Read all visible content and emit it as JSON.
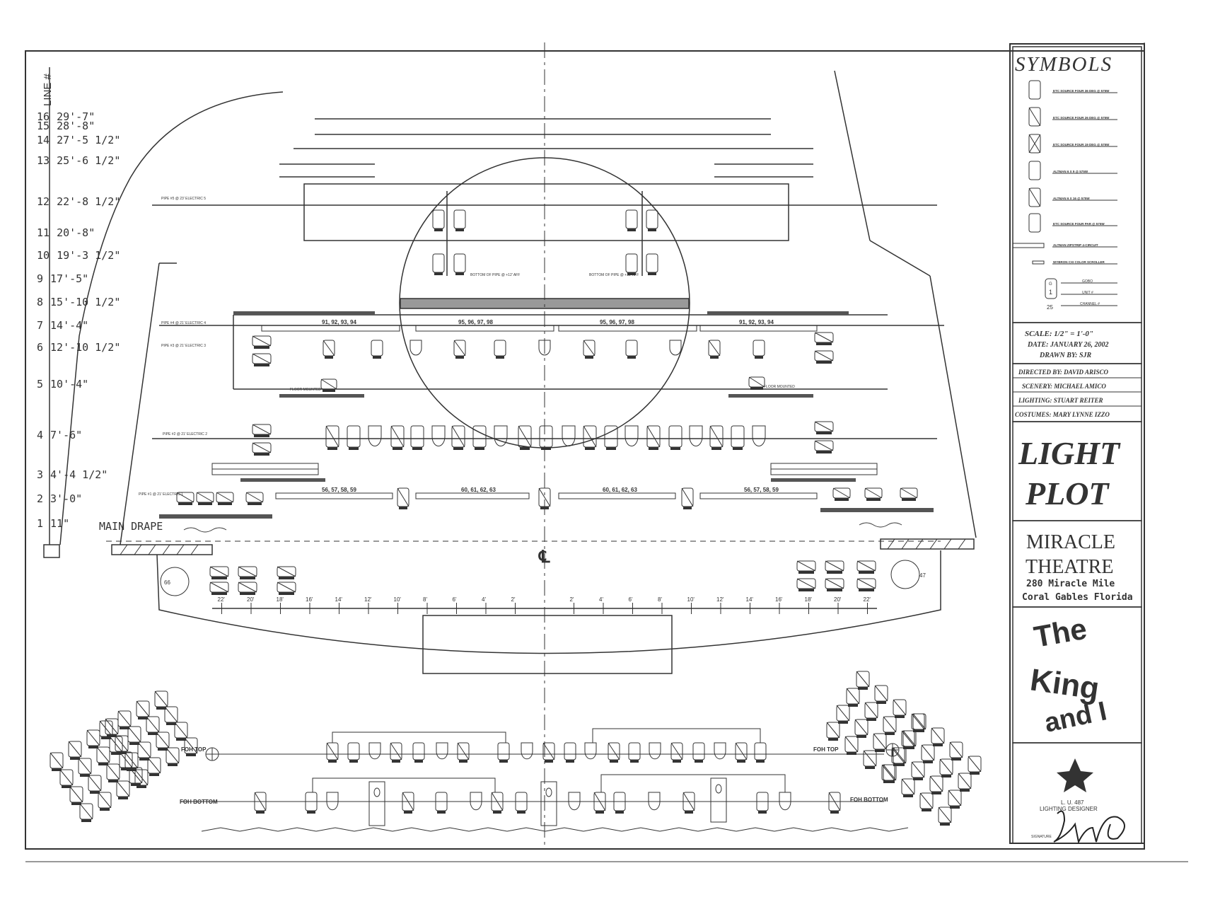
{
  "line_header": "LINE #",
  "line_rows": [
    {
      "n": "16",
      "d": "29'-7\""
    },
    {
      "n": "15",
      "d": "28'-8\""
    },
    {
      "n": "14",
      "d": "27'-5 1/2\""
    },
    {
      "n": "13",
      "d": "25'-6 1/2\""
    },
    {
      "n": "12",
      "d": "22'-8 1/2\""
    },
    {
      "n": "11",
      "d": "20'-8\""
    },
    {
      "n": "10",
      "d": "19'-3 1/2\""
    },
    {
      "n": "9",
      "d": "17'-5\""
    },
    {
      "n": "8",
      "d": "15'-10 1/2\""
    },
    {
      "n": "7",
      "d": "14'-4\""
    },
    {
      "n": "6",
      "d": "12'-10 1/2\""
    },
    {
      "n": "5",
      "d": "10'-4\""
    },
    {
      "n": "4",
      "d": "7'-6\""
    },
    {
      "n": "3",
      "d": "4'-4 1/2\""
    },
    {
      "n": "2",
      "d": "3'-0\""
    },
    {
      "n": "1",
      "d": "11\""
    }
  ],
  "main_drape": "MAIN DRAPE",
  "centerline": "℄",
  "pipe_labels": {
    "electric5": "PIPE #5 @ 23' ELECTRIC 5",
    "electric4": "PIPE #4 @ 21' ELECTRIC 4",
    "electric3": "PIPE #3 @ 21' ELECTRIC 3",
    "electric2": "PIPE #2 @ 21' ELECTRIC 2",
    "electric1": "PIPE #1 @ 21' ELECTRIC 1"
  },
  "bottom_of_pipe": "BOTTOM OF PIPE @ +12' AFF",
  "floor_mounted": "FLOOR MOUNTED",
  "electric_top_labels": [
    "91, 92, 93, 94",
    "95, 96, 97, 98",
    "95, 96, 97, 98",
    "91, 92, 93, 94"
  ],
  "electric_bottom_labels": [
    "56, 57, 58, 59",
    "60, 61, 62, 63",
    "60, 61, 62, 63",
    "56, 57, 58, 59"
  ],
  "foh_top": "FOH TOP",
  "foh_bottom": "FOH BOTTOM",
  "ruler_left": [
    "22'",
    "20'",
    "18'",
    "16'",
    "14'",
    "12'",
    "10'",
    "8'",
    "6'",
    "4'",
    "2'"
  ],
  "ruler_right": [
    "2'",
    "4'",
    "6'",
    "8'",
    "10'",
    "12'",
    "14'",
    "16'",
    "18'",
    "20'",
    "22'"
  ],
  "booms": {
    "left": "66",
    "right": "47"
  },
  "symbols": {
    "title": "SYMBOLS",
    "items": [
      "ETC SOURCE FOUR 36 DEG @ 575W",
      "ETC SOURCE FOUR 26 DEG @ 575W",
      "ETC SOURCE FOUR 19 DEG @ 575W",
      "ALTMAN 6 X 9 @ 575W",
      "ALTMAN 6 X 16 @ 575W",
      "ETC SOURCE FOUR PAR @ 575W",
      "ALTMAN ZIPSTRIP 4-CIRCUIT",
      "WYBRON CXI COLOR SCROLLER"
    ],
    "key": [
      "GOBO",
      "UNIT #",
      "CHANNEL #"
    ],
    "key_sample": {
      "gobo": "G",
      "unit": "1",
      "channel": "25"
    }
  },
  "info": {
    "scale": "SCALE: 1/2\" = 1'-0\"",
    "date": "DATE: JANUARY 26, 2002",
    "drawn_by": "DRAWN BY: SJR"
  },
  "credits": [
    "DIRECTED BY: DAVID ARISCO",
    "SCENERY: MICHAEL AMICO",
    "LIGHTING: STUART REITER",
    "COSTUMES: MARY LYNNE IZZO"
  ],
  "plot_title": [
    "LIGHT",
    "PLOT"
  ],
  "theatre": {
    "name": [
      "MIRACLE",
      "THEATRE"
    ],
    "address": [
      "280 Miracle Mile",
      "Coral Gables Florida"
    ]
  },
  "show_title": [
    "The",
    "King",
    "and I"
  ],
  "union": {
    "local": "L. U. 487",
    "role": "LIGHTING DESIGNER",
    "signature_label": "SIGNATURE"
  },
  "colors": {
    "line": "#333333",
    "bar": "#666666",
    "show": "#888888"
  }
}
